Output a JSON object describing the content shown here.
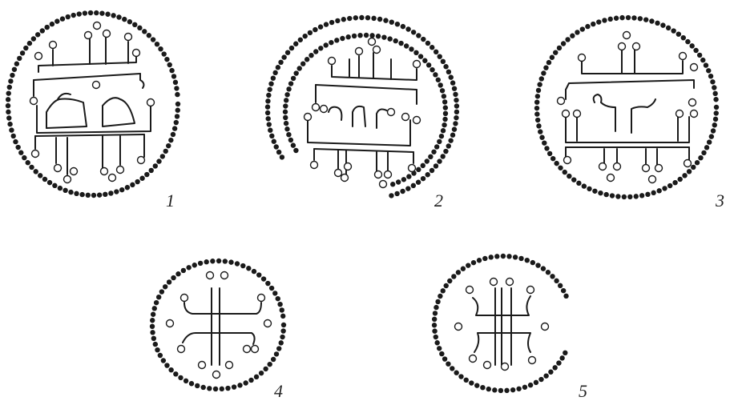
{
  "figures": [
    {
      "id": "1",
      "label": "1",
      "border": "full-circle"
    },
    {
      "id": "2",
      "label": "2",
      "border": "double-open-arc"
    },
    {
      "id": "3",
      "label": "3",
      "border": "full-circle"
    },
    {
      "id": "4",
      "label": "4",
      "border": "full-circle"
    },
    {
      "id": "5",
      "label": "5",
      "border": "open-arc"
    }
  ],
  "colors": {
    "ink": "#1a1a1a",
    "background": "#ffffff"
  }
}
